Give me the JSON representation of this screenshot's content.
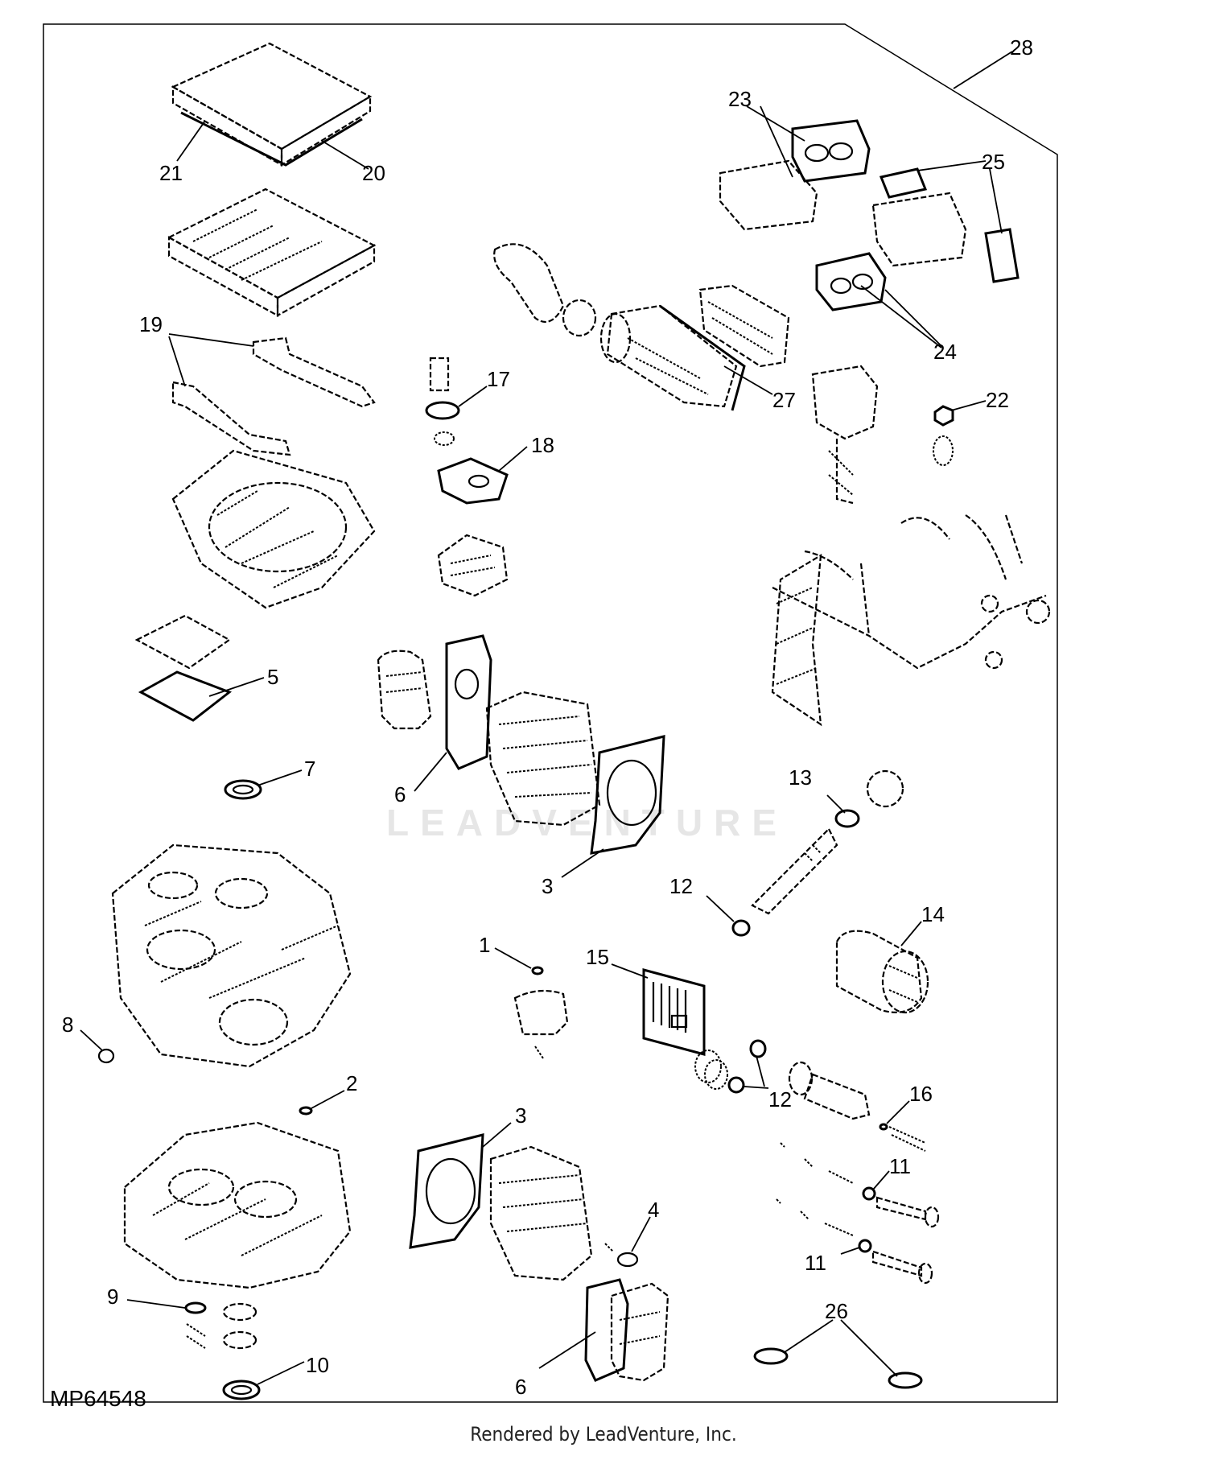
{
  "figure_id": "MP64548",
  "footer_text": "Rendered by LeadVenture, Inc.",
  "watermark_text": "LEADVENTURE",
  "callouts": [
    "1",
    "2",
    "3",
    "3",
    "4",
    "5",
    "6",
    "6",
    "7",
    "8",
    "9",
    "10",
    "11",
    "11",
    "12",
    "12",
    "13",
    "14",
    "15",
    "16",
    "17",
    "18",
    "19",
    "20",
    "21",
    "22",
    "23",
    "24",
    "25",
    "26",
    "27",
    "28"
  ]
}
